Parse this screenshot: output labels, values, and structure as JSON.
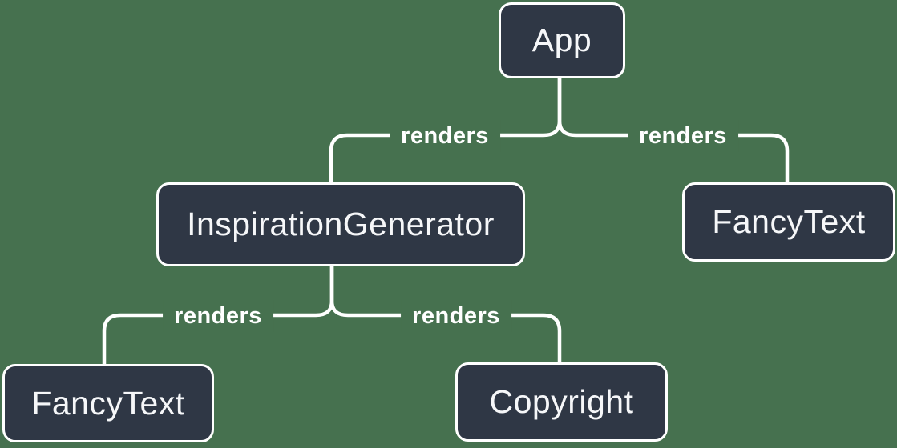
{
  "diagram": {
    "type": "component-render-tree",
    "colors": {
      "background": "#46714F",
      "node_fill": "#2F3745",
      "node_border": "#FFFFFF",
      "connector_line": "#FFFFFF",
      "text": "#F6F7F9"
    },
    "nodes": [
      {
        "id": "app",
        "label": "App"
      },
      {
        "id": "inspiration-generator",
        "label": "InspirationGenerator"
      },
      {
        "id": "fancy-text-top-right",
        "label": "FancyText"
      },
      {
        "id": "fancy-text-bottom-left",
        "label": "FancyText"
      },
      {
        "id": "copyright",
        "label": "Copyright"
      }
    ],
    "edges": [
      {
        "from": "App",
        "to": "InspirationGenerator",
        "label": "renders"
      },
      {
        "from": "App",
        "to": "FancyText",
        "label": "renders"
      },
      {
        "from": "InspirationGenerator",
        "to": "FancyText",
        "label": "renders"
      },
      {
        "from": "InspirationGenerator",
        "to": "Copyright",
        "label": "renders"
      }
    ]
  }
}
